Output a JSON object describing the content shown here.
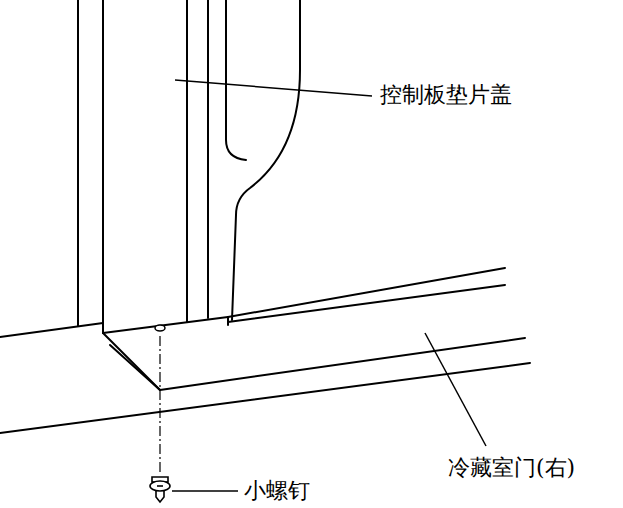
{
  "diagram": {
    "labels": [
      "控制板垫片盖",
      "小螺钉",
      "冷藏室门(右)"
    ]
  }
}
